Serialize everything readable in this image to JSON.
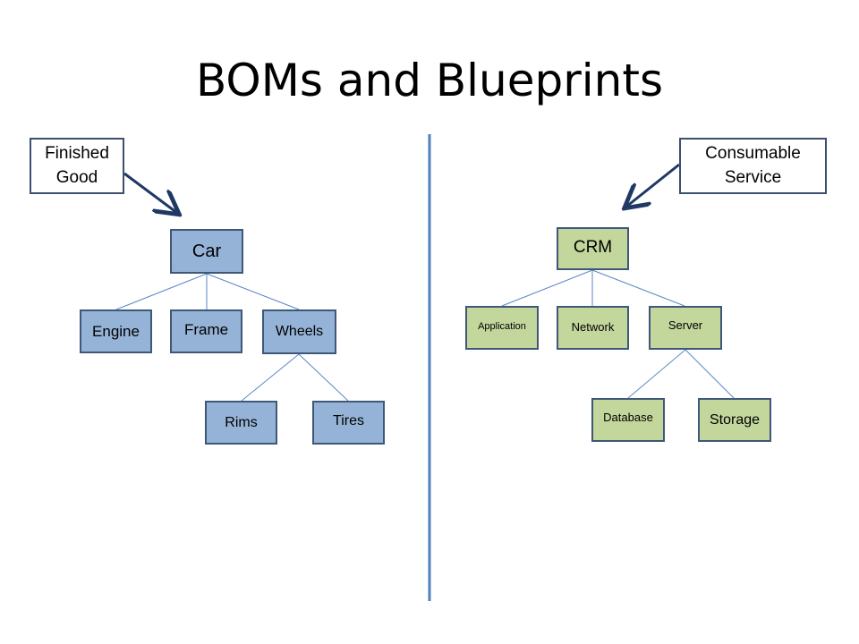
{
  "title": "BOMs and Blueprints",
  "colors": {
    "left_box_fill": "#95b3d7",
    "right_box_fill": "#c3d69b",
    "box_border": "#3f5778",
    "connector": "#5b87c5",
    "divider": "#4f81bd",
    "arrow": "#1f3864"
  },
  "left": {
    "callout": "Finished\nGood",
    "root": "Car",
    "children": [
      "Engine",
      "Frame",
      "Wheels"
    ],
    "grandchildren": [
      "Rims",
      "Tires"
    ]
  },
  "right": {
    "callout": "Consumable\nService",
    "root": "CRM",
    "children": [
      "Application",
      "Network",
      "Server"
    ],
    "grandchildren": [
      "Database",
      "Storage"
    ]
  }
}
